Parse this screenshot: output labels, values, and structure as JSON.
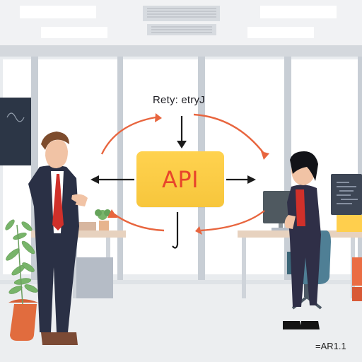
{
  "diagram": {
    "retry_label": "Rety: etryJ",
    "api_label": "API",
    "footer_code": "=AR1.1"
  },
  "colors": {
    "api_box": "#f7c63c",
    "api_text": "#e8452b",
    "flow_arrows": "#e8653e",
    "black_arrows": "#1b1b1b",
    "man_suit": "#2a3045",
    "woman_top": "#2f2f47",
    "tie": "#d0302a",
    "chair": "#4f7f95",
    "plant": "#78b46a",
    "pot": "#e16c3e"
  }
}
